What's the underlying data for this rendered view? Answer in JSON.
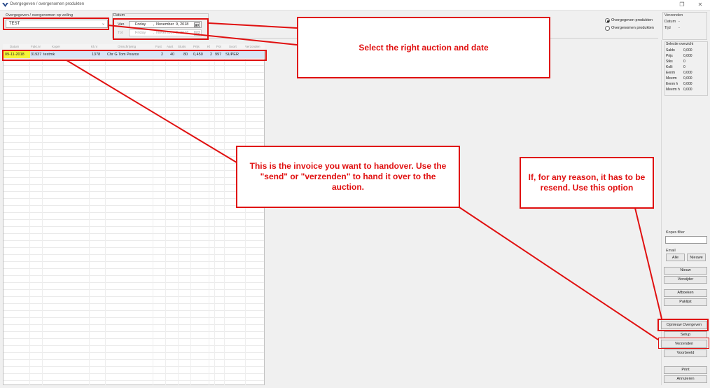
{
  "window": {
    "title": "Overgegeven / overgenomen produkten",
    "restore_glyph": "❐",
    "close_glyph": "✕"
  },
  "filters": {
    "auction_label": "Overgegeven / overgenomen op veiling",
    "auction_value": "TEST",
    "date_group_label": "Datum",
    "from_label": "Van",
    "to_label": "Tot",
    "from_date": {
      "weekday": "Friday",
      "month": "November",
      "day": "9, 2018"
    },
    "to_date": {
      "weekday": "Friday",
      "month": "November",
      "day": "9, 2018"
    },
    "calendar_glyph": "▦▾"
  },
  "mode": {
    "option_given": "Overgegeven produkten",
    "option_taken": "Overgenomen produkten",
    "selected": "Overgegeven produkten"
  },
  "send_info": {
    "title": "Verzonden",
    "date_label": "Datum",
    "date_value": "-",
    "time_label": "Tijd",
    "time_value": "-"
  },
  "grid": {
    "columns": [
      "Datum",
      "Fakt.nr",
      "Koper",
      "Kl.nr",
      "Omschrijving",
      "Fust",
      "Aant",
      "Stuks",
      "Prijs",
      "Kl",
      "Pot",
      "Soort",
      "Verzonden"
    ],
    "rows": [
      {
        "date": "09-11-2018",
        "invoice": "31937",
        "buyer": "testmk",
        "code": "1378",
        "description": "Chr G Tom Pearce",
        "packs": "2",
        "per_pack": "40",
        "quantity": "80",
        "price": "0,450",
        "class": "2",
        "pot": "997",
        "grade": "SUPER"
      }
    ]
  },
  "selection_overview": {
    "title": "Selectie overzicht",
    "items": [
      {
        "label": "Saldo",
        "value": "0,000"
      },
      {
        "label": "Prijs",
        "value": "0,000"
      },
      {
        "label": "Stks",
        "value": "0"
      },
      {
        "label": "Kolli",
        "value": "0"
      },
      {
        "label": "Eenm",
        "value": "0,000"
      },
      {
        "label": "Meerm",
        "value": "0,000"
      },
      {
        "label": "Eenm h",
        "value": "0,000"
      },
      {
        "label": "Meerm h",
        "value": "0,000"
      }
    ]
  },
  "side": {
    "buyer_filter_label": "Koper-filter",
    "email_label": "Email",
    "btn_all": "Alle",
    "btn_new": "Nieuwe",
    "btn_nieuw": "Nieuw",
    "btn_delete": "Verwijder",
    "btn_book": "Afboeken",
    "btn_packlist": "Paklijst",
    "btn_resend": "Opnieuw Overgeven",
    "btn_setup": "Setup",
    "btn_send": "Verzenden",
    "btn_example": "Voorbeeld",
    "btn_print": "Print",
    "btn_cancel": "Annuleren"
  },
  "annotations": {
    "auction_date": "Select the right auction and date",
    "invoice": "This is the invoice you want to handover. Use the \"send\" or \"verzenden\" to hand it over to the auction.",
    "resend": "If, for any reason, it has to be resend. Use this option"
  },
  "colors": {
    "annotation_red": "#e01010",
    "date_highlight": "#f5f538",
    "row_selected": "#d8e4f5"
  }
}
